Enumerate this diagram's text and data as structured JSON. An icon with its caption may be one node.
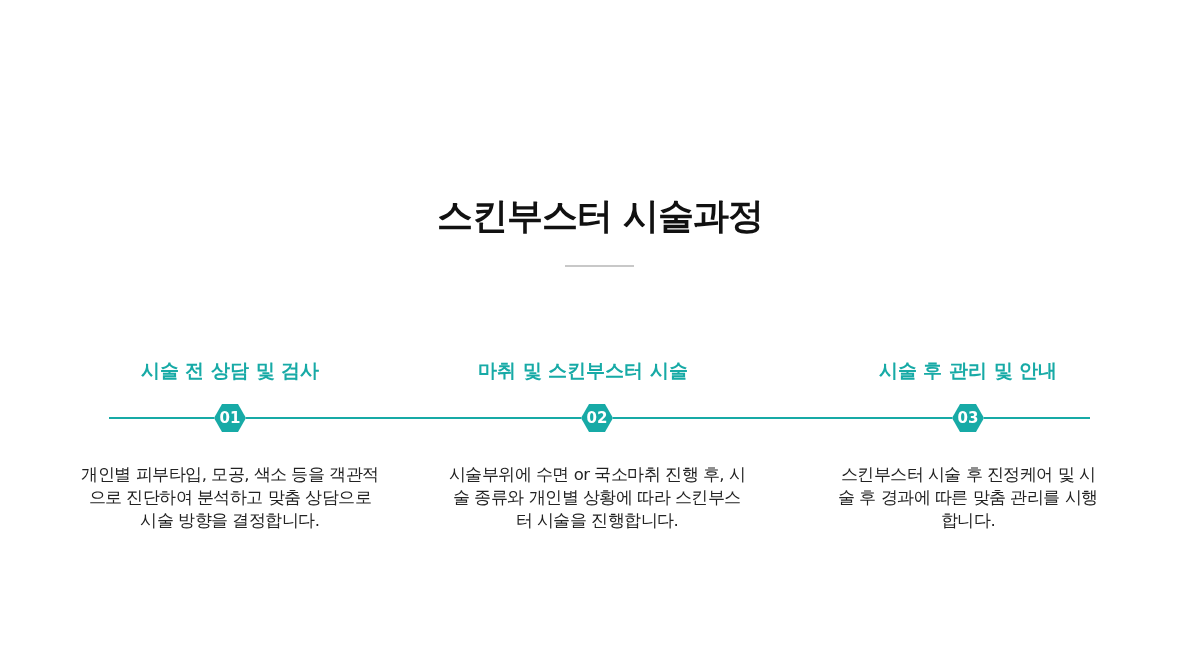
{
  "diagram": {
    "title": "스킨부스터 시술과정",
    "nodes": [
      {
        "text": [
          "01"
        ],
        "beside": [
          "시술 전 상담 및 검사",
          "개인별 피부타입, 모공, 색소 등을 객관적으로 진단하여 분석하고 맞춤 상담으로 시술 방향을 결정합니다."
        ]
      },
      {
        "text": [
          "02"
        ],
        "beside": [
          "마취 및 스킨부스터 시술",
          "시술부위에 수면 or 국소마취 진행 후, 시술 종류와 개인별 상황에 따라 스킨부스터 시술을 진행합니다."
        ]
      },
      {
        "text": [
          "03"
        ],
        "beside": [
          "시술 후 관리 및 안내",
          "스킨부스터 시술 후 진정케어 및 시술 후 경과에 따른 맞춤 관리를 시행합니다."
        ]
      }
    ],
    "edges": [
      {
        "from": null,
        "to": 0,
        "arrow": "none"
      },
      {
        "from": 0,
        "to": 1,
        "arrow": "none"
      },
      {
        "from": 1,
        "to": 2,
        "arrow": "none"
      },
      {
        "from": 2,
        "to": null,
        "arrow": "none"
      }
    ]
  }
}
